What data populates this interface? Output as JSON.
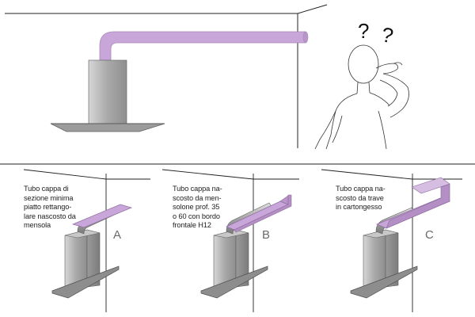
{
  "top_scene": {
    "question_marks": [
      "?",
      "?"
    ]
  },
  "variants": [
    {
      "letter": "A",
      "caption_lines": [
        "Tubo cappa di",
        "sezione minima",
        "piatto rettango-",
        "lare nascosto da",
        "mensola"
      ]
    },
    {
      "letter": "B",
      "caption_lines": [
        "Tubo cappa na-",
        "scosto da men-",
        "solone prof. 35",
        "o 60  con bordo",
        "frontale H12"
      ]
    },
    {
      "letter": "C",
      "caption_lines": [
        "Tubo cappa na-",
        "scosto da trave",
        "in cartongesso"
      ]
    }
  ],
  "colors": {
    "duct": "#c9a6d9",
    "duct_dark": "#a788b8",
    "hood": "#a8a8a8",
    "line": "#222222"
  }
}
